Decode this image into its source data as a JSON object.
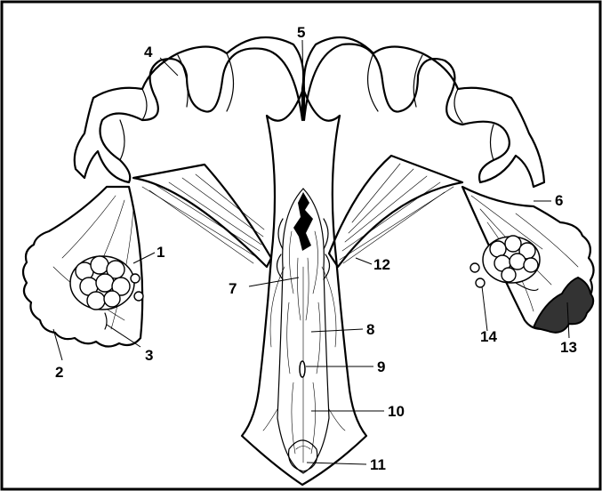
{
  "labels": {
    "l1": "1",
    "l2": "2",
    "l3": "3",
    "l4": "4",
    "l5": "5",
    "l6": "6",
    "l7": "7",
    "l8": "8",
    "l9": "9",
    "l10": "10",
    "l11": "11",
    "l12": "12",
    "l13": "13",
    "l14": "14"
  },
  "colors": {
    "ink": "#000000",
    "background": "#ffffff",
    "tissue": "#ffffff",
    "dark_fringe": "#333333"
  }
}
